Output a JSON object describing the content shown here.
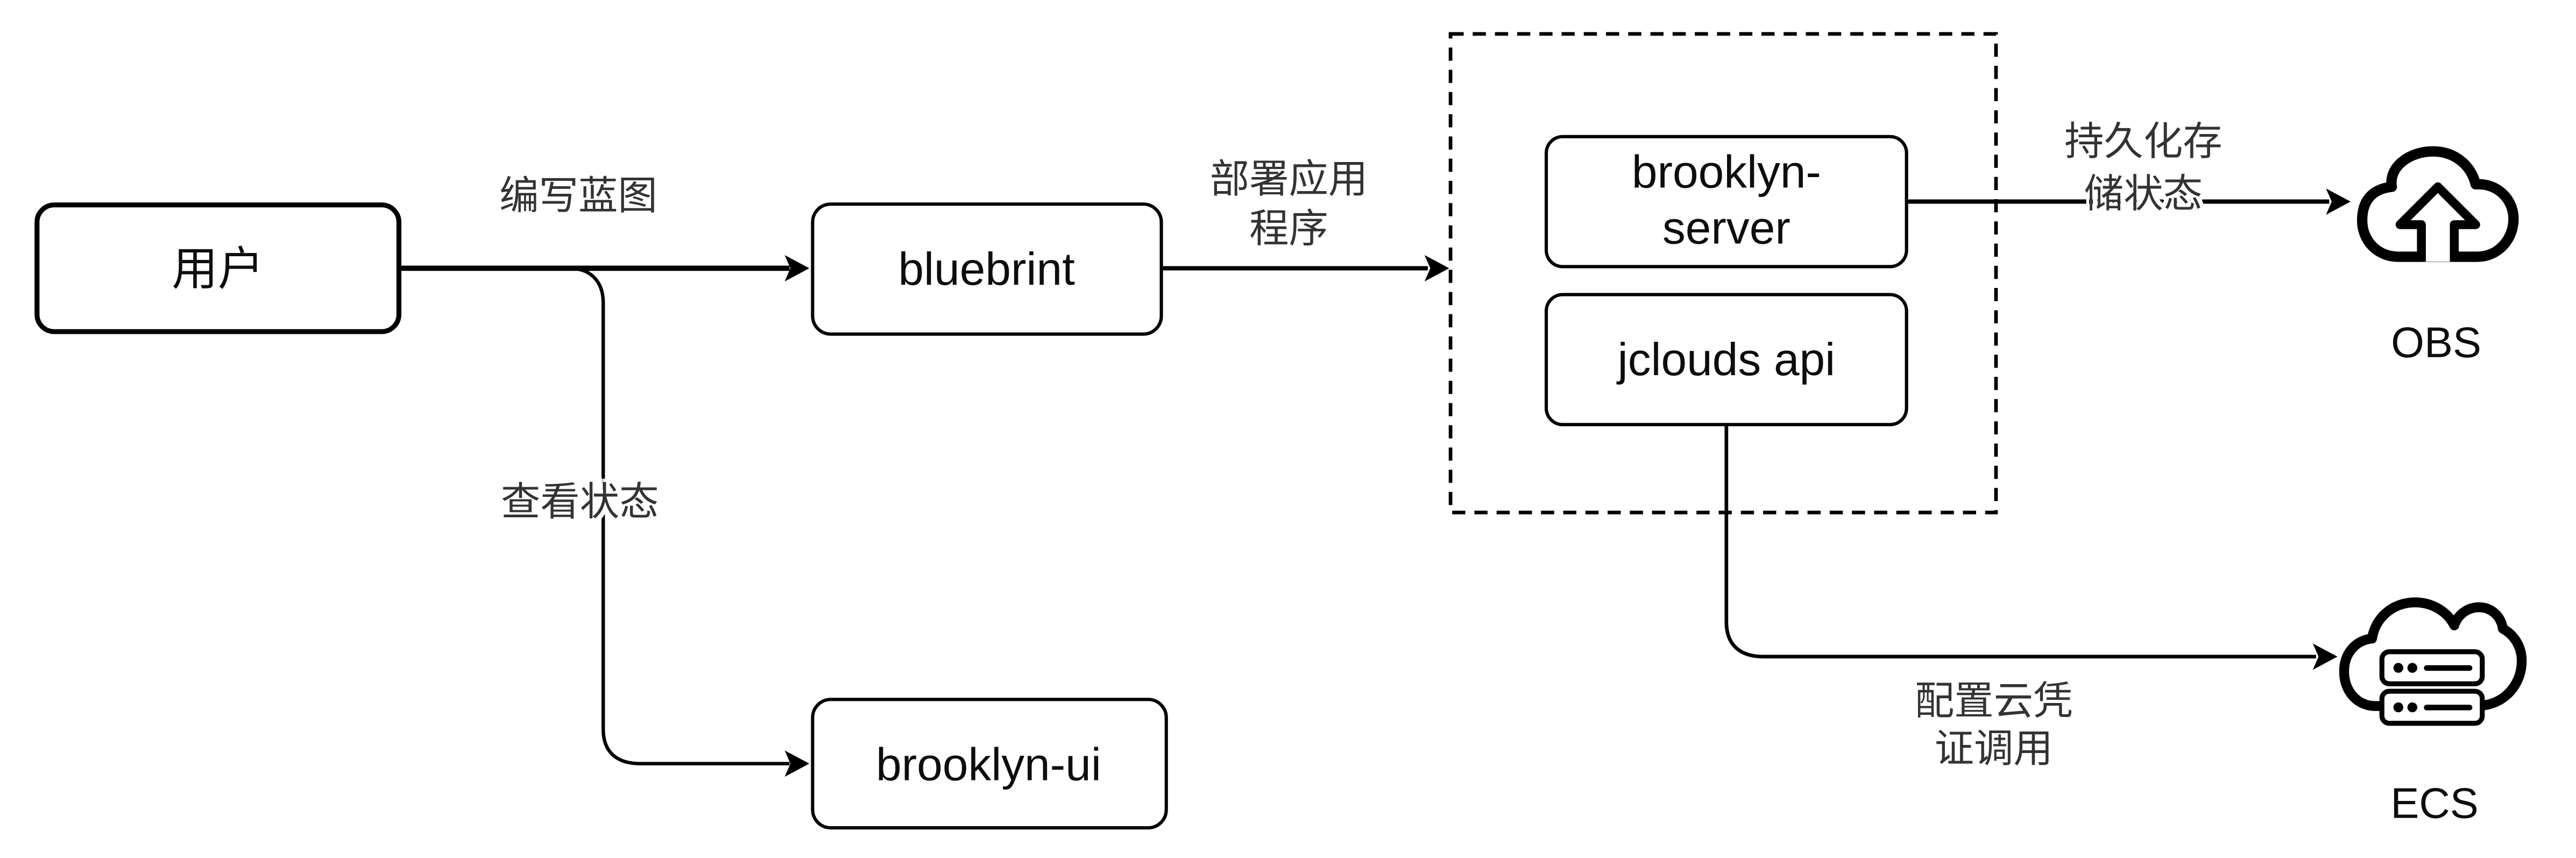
{
  "diagram": {
    "nodes": {
      "user": "用户",
      "blueprint": "bluebrint",
      "brooklyn_server": "brooklyn-server",
      "jclouds_api": "jclouds api",
      "brooklyn_ui": "brooklyn-ui"
    },
    "edge_labels": {
      "write_blueprint": "编写蓝图",
      "view_status": "查看状态",
      "deploy_app": "部署应用\n程序",
      "persist_state": "持久化存\n储状态",
      "cloud_credentials": "配置云凭\n证调用"
    },
    "icons": {
      "obs_caption": "OBS",
      "ecs_caption": "ECS"
    },
    "colors": {
      "stroke": "#000000",
      "edge_label_text": "#333333",
      "node_text": "#0d0d0d",
      "background": "#ffffff"
    }
  }
}
